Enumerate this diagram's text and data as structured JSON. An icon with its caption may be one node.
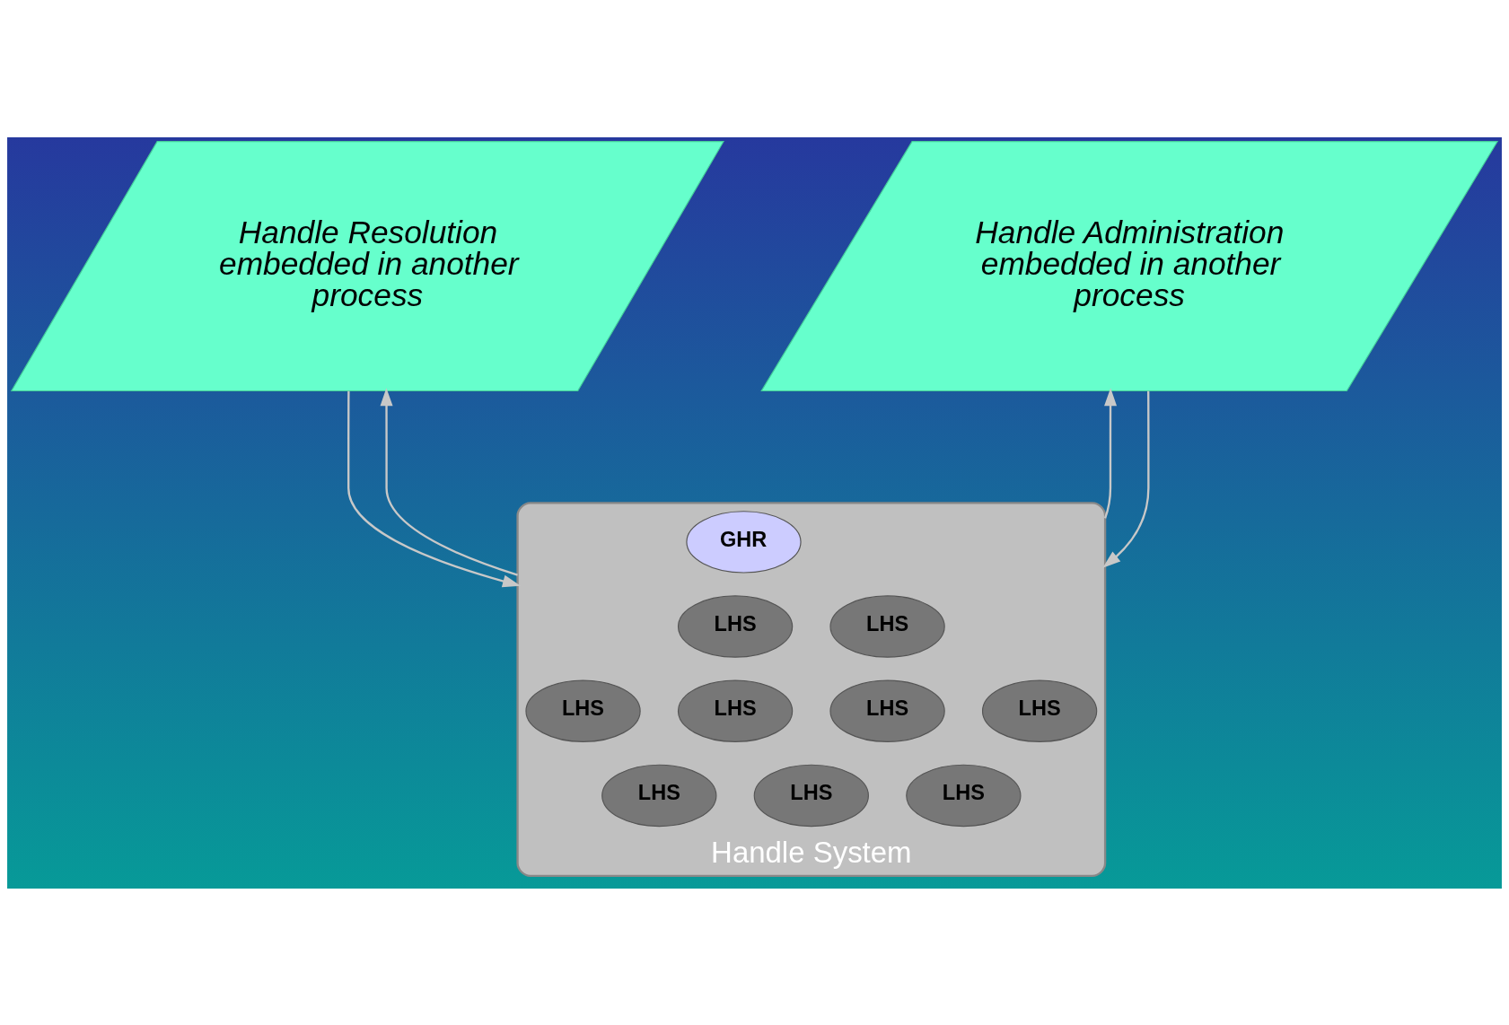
{
  "diagram": {
    "nodes": [
      {
        "text": [
          "Handle Resolution embedded in another process"
        ]
      },
      {
        "text": [
          "Handle Administration embedded in another process"
        ]
      },
      {
        "text": [],
        "shape": "ellipse",
        "beside": [
          "Handle System"
        ]
      },
      {
        "text": [
          "GHR"
        ],
        "in": 2
      },
      {
        "text": [
          "LHS"
        ],
        "in": 2
      },
      {
        "text": [
          "LHS"
        ],
        "in": 2
      },
      {
        "text": [
          "LHS"
        ],
        "in": 2
      },
      {
        "text": [
          "LHS"
        ],
        "in": 2
      },
      {
        "text": [
          "LHS"
        ],
        "in": 2
      },
      {
        "text": [
          "LHS"
        ],
        "in": 2
      },
      {
        "text": [
          "LHS"
        ],
        "in": 2
      },
      {
        "text": [
          "LHS"
        ],
        "in": 2
      },
      {
        "text": [
          "LHS"
        ],
        "in": 2
      }
    ],
    "edges": [
      {
        "from": 0,
        "to": 2,
        "arrow": "to"
      },
      {
        "from": 2,
        "to": 0,
        "arrow": "to"
      },
      {
        "from": 2,
        "to": 1,
        "arrow": "to"
      },
      {
        "from": 1,
        "to": 2,
        "arrow": "to"
      }
    ]
  }
}
